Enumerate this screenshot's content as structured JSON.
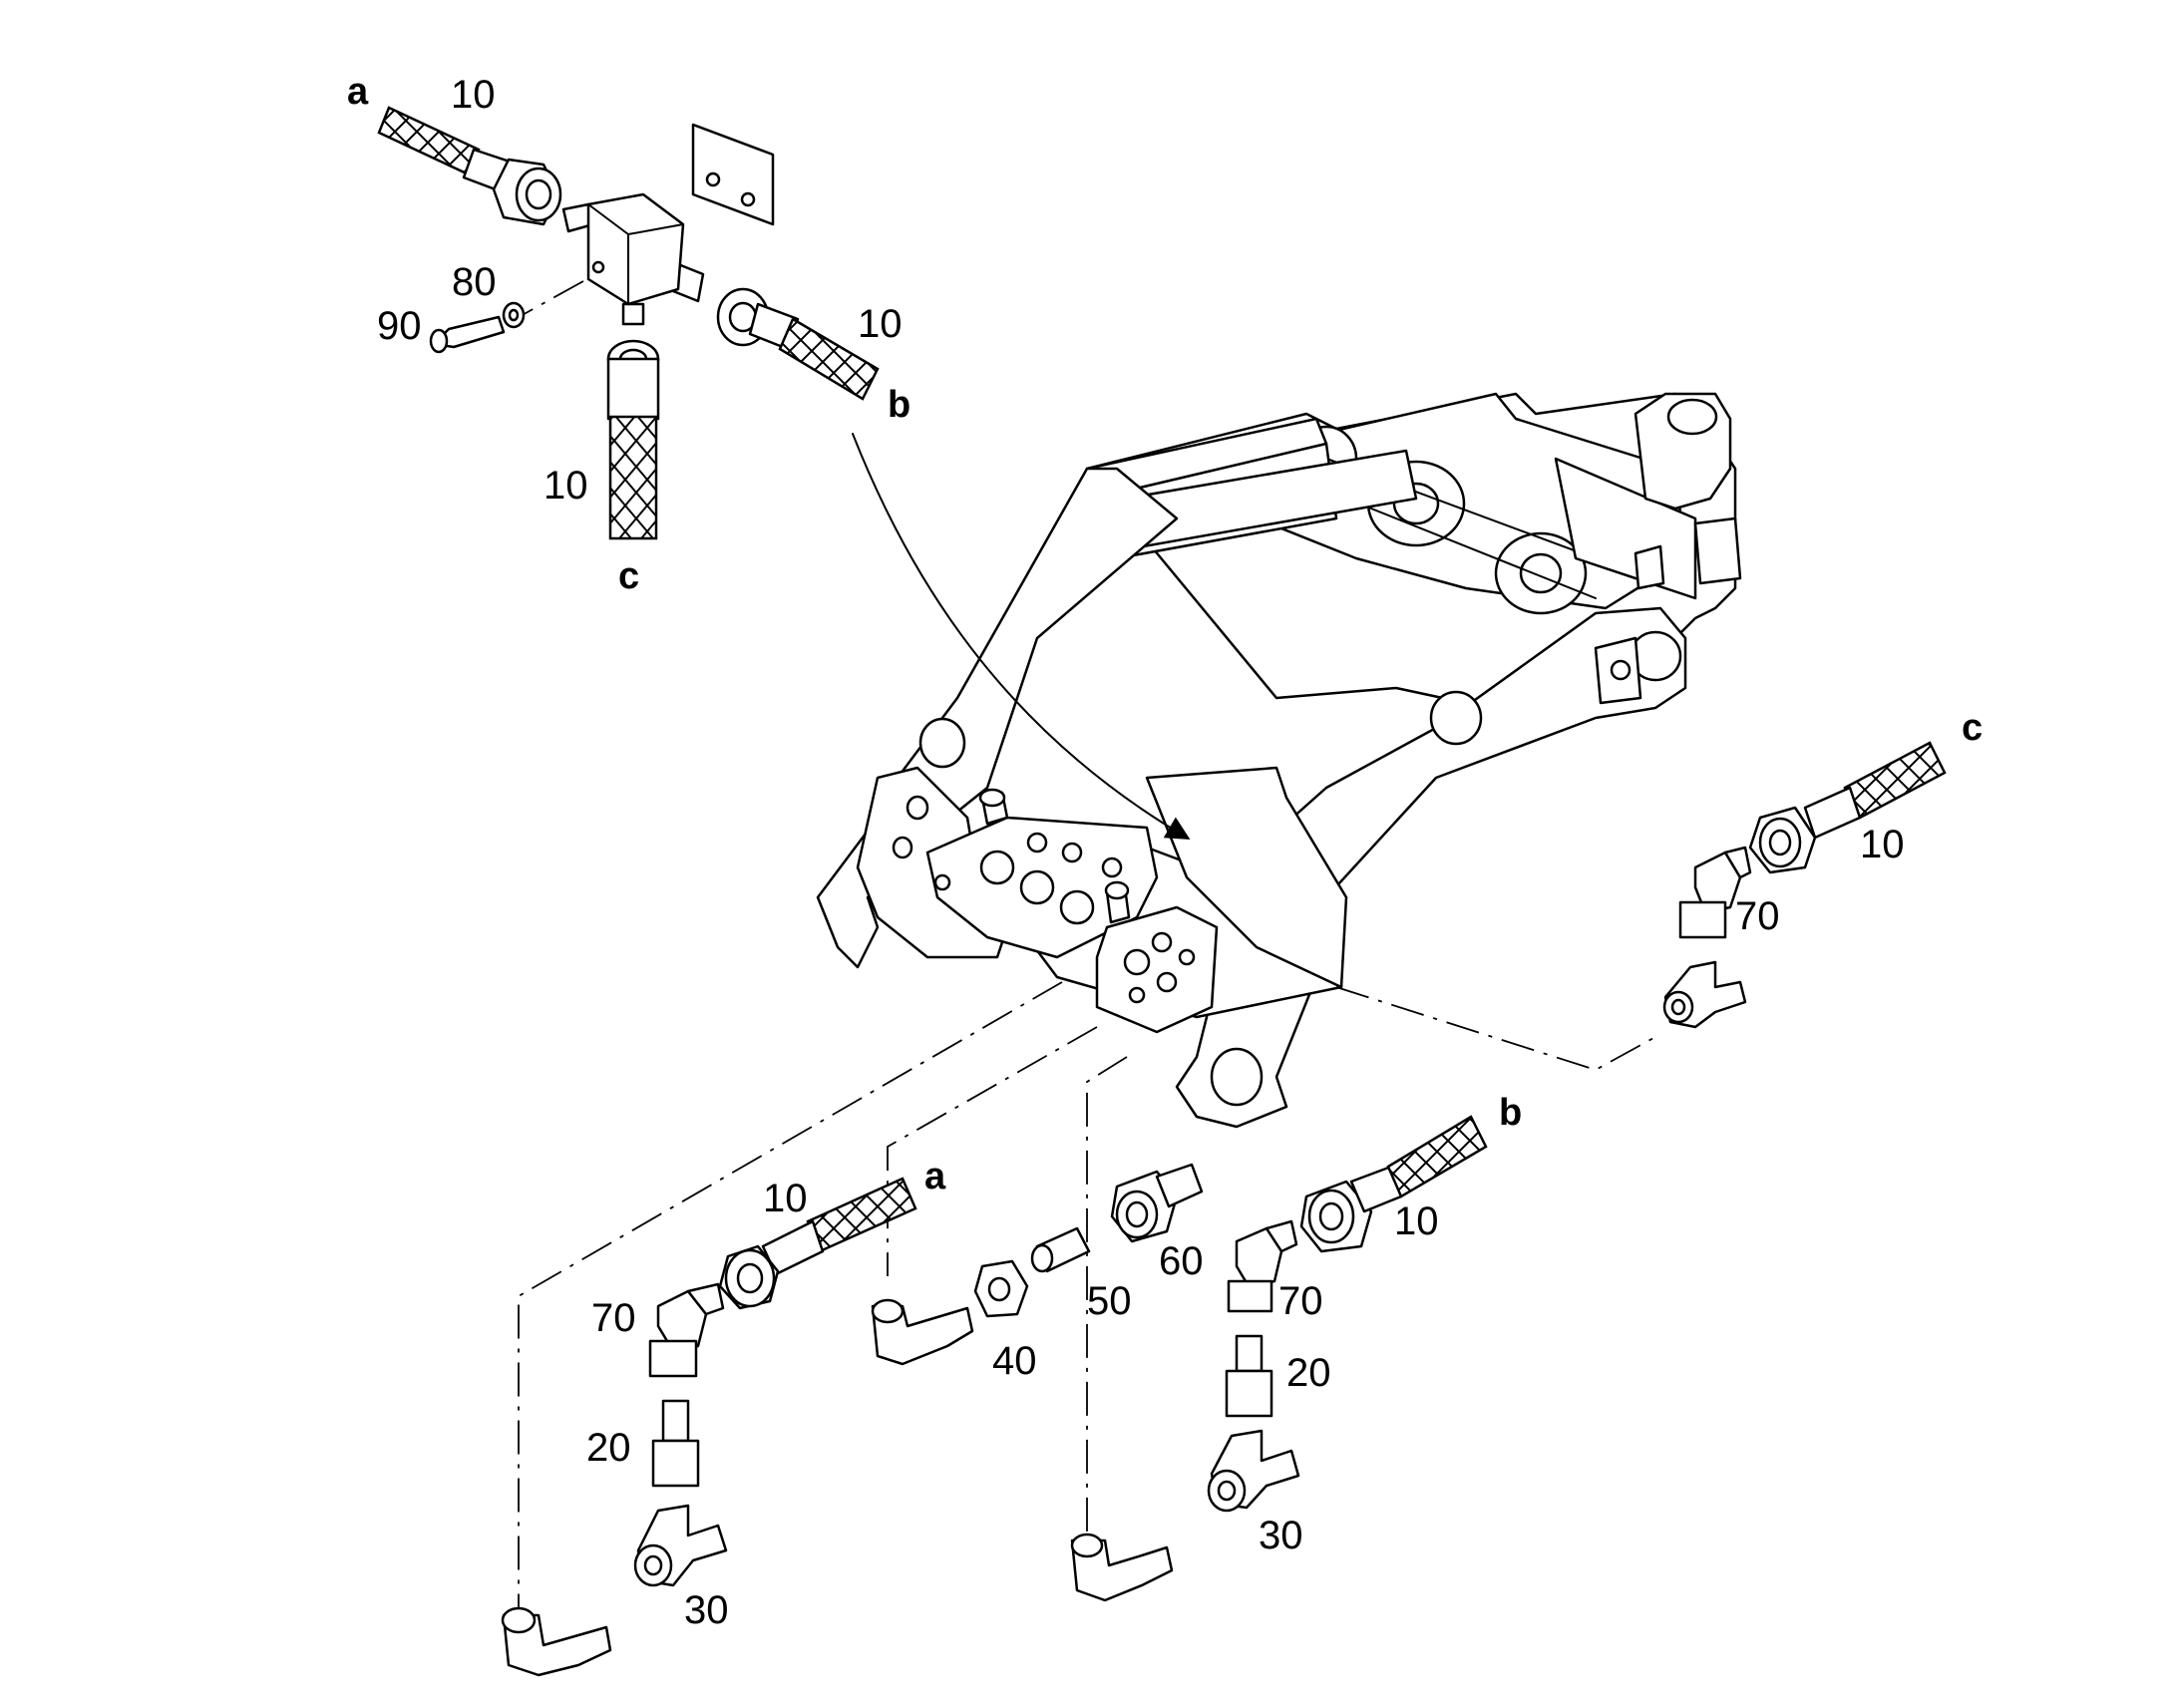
{
  "labels": {
    "top_a": "a",
    "top_hose_a": "10",
    "top_hose_b": "10",
    "top_hose_c": "10",
    "top_b": "b",
    "top_c": "c",
    "screw_90": "90",
    "washer_80": "80",
    "right_c": "c",
    "right_hose_c": "10",
    "right_elbow_70": "70",
    "bottom_hose_a": "10",
    "bottom_a": "a",
    "bottom_b": "b",
    "bottom_hose_b": "10",
    "left_elbow_70": "70",
    "left_union_20": "20",
    "left_tee_30": "30",
    "nut_40": "40",
    "nipple_50": "50",
    "bulkhead_60": "60",
    "mid_elbow_70": "70",
    "mid_union_20": "20",
    "mid_tee_30": "30"
  }
}
